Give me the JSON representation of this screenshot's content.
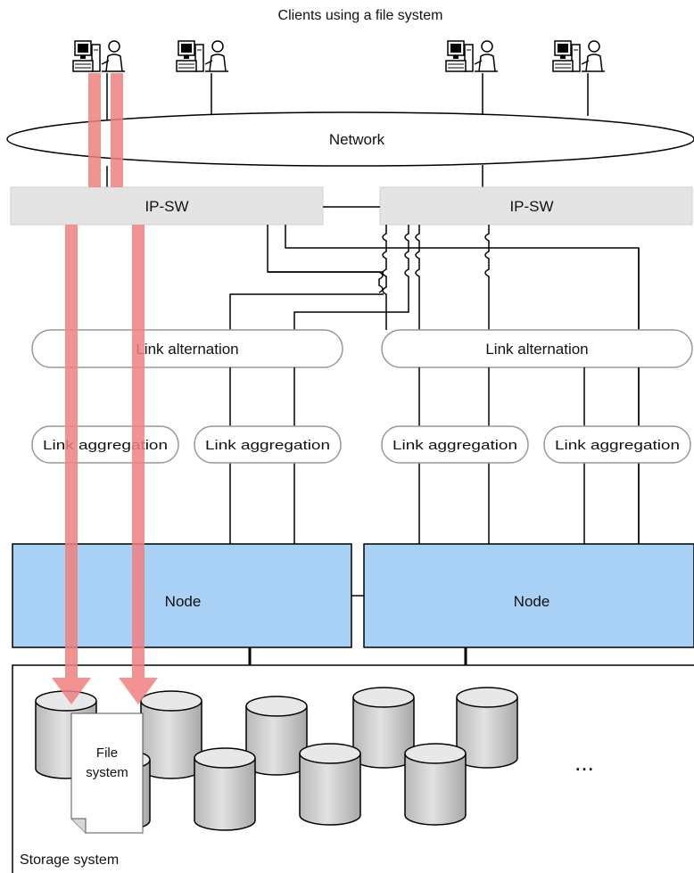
{
  "title": "Clients using a file system",
  "network": {
    "label": "Network"
  },
  "switches": [
    {
      "label": "IP-SW"
    },
    {
      "label": "IP-SW"
    }
  ],
  "link_alternation": [
    {
      "label": "Link alternation"
    },
    {
      "label": "Link alternation"
    }
  ],
  "link_aggregation": [
    {
      "label": "Link aggregation"
    },
    {
      "label": "Link aggregation"
    },
    {
      "label": "Link aggregation"
    },
    {
      "label": "Link aggregation"
    }
  ],
  "nodes": [
    {
      "label": "Node"
    },
    {
      "label": "Node"
    }
  ],
  "file_system": {
    "line1": "File",
    "line2": "system"
  },
  "ellipsis": "...",
  "storage": {
    "label": "Storage system"
  },
  "colors": {
    "switch_fill": "#e4e4e4",
    "node_fill": "#a9d0f5",
    "access_path": "#f08080",
    "line": "#000000"
  }
}
